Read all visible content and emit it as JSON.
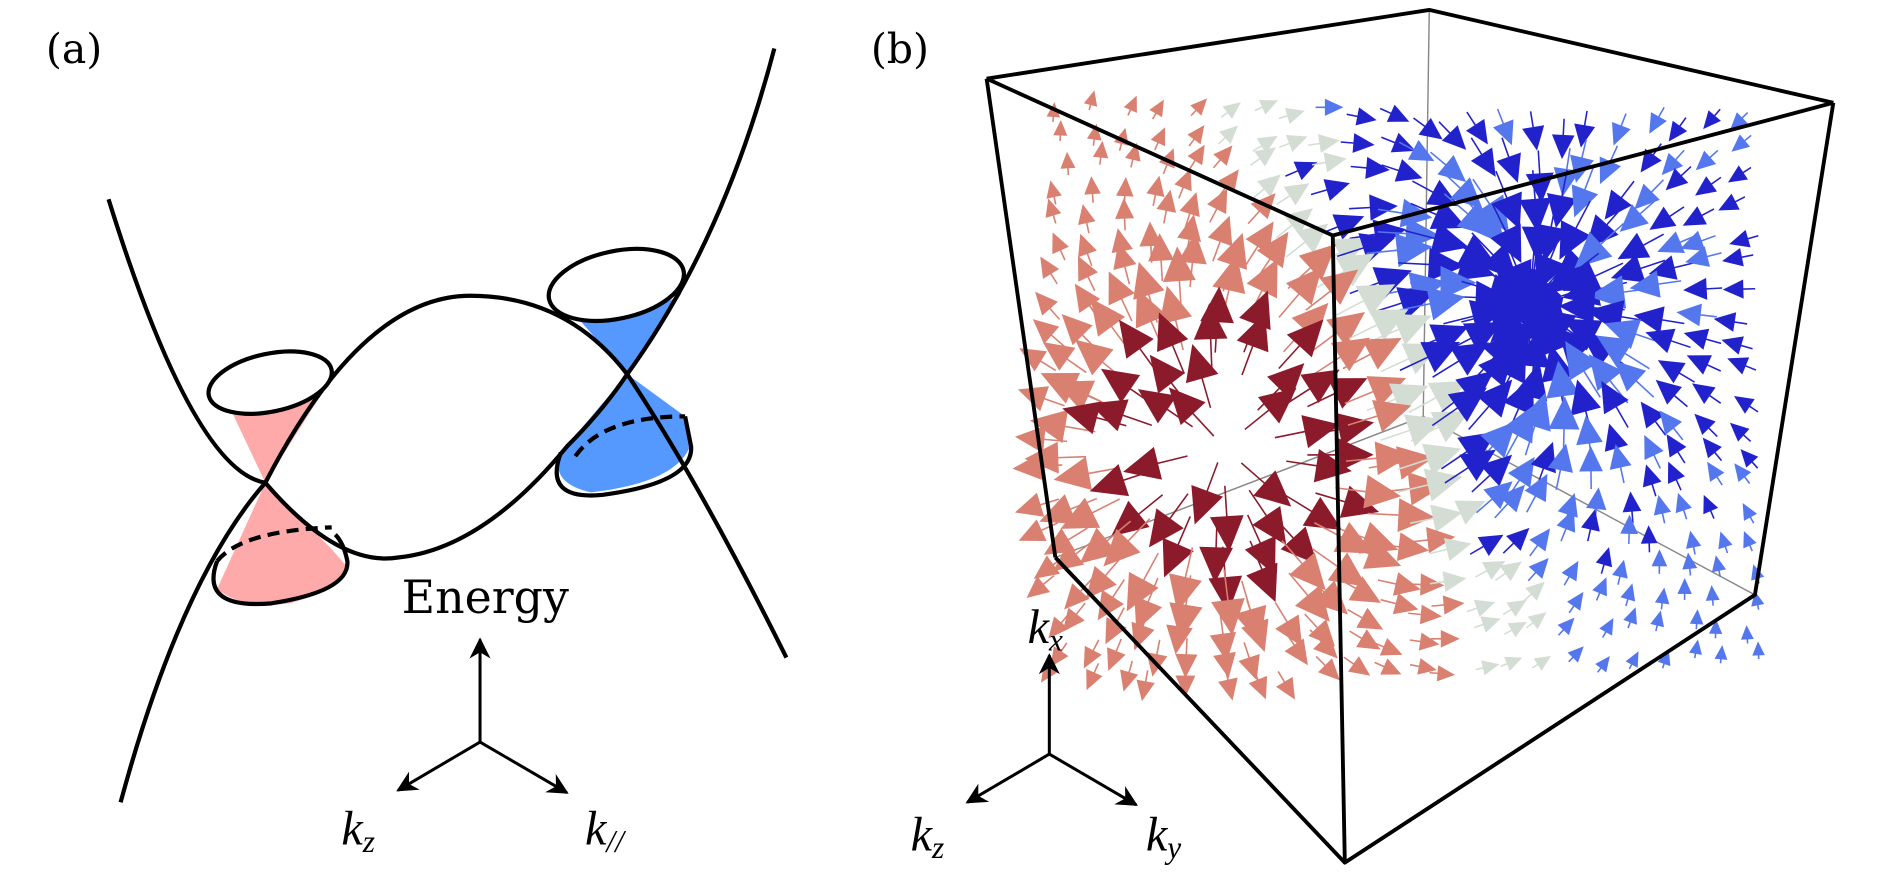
{
  "panel_a": {
    "label": "(a)",
    "energy_label": "Energy",
    "axis_kz": {
      "base": "k",
      "sub": "z"
    },
    "axis_kpar": {
      "base": "k",
      "sub": "//"
    },
    "colors": {
      "left_cone": "#ffaaaa",
      "right_cone": "#5599ff"
    }
  },
  "panel_b": {
    "label": "(b)",
    "axis_kx": {
      "base": "k",
      "sub": "x"
    },
    "axis_kz": {
      "base": "k",
      "sub": "z"
    },
    "axis_ky": {
      "base": "k",
      "sub": "y"
    },
    "colors": {
      "sink": "#2222cc",
      "sink_light": "#5577ee",
      "source": "#8b1a2b",
      "source_light": "#d98070",
      "neutral": "#d4ddd4"
    }
  }
}
